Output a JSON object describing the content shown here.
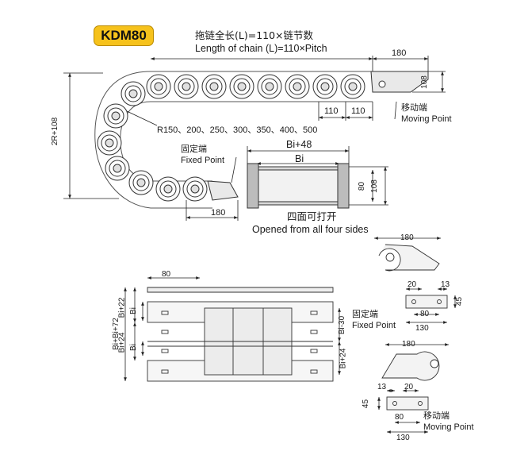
{
  "model": "KDM80",
  "header": {
    "formula_cn": "拖链全长(L)=110×链节数",
    "formula_en": "Length of chain (L)=110×Pitch"
  },
  "side_view": {
    "dim_top": "180",
    "dim_right": "108",
    "dim_pitch_a": "110",
    "dim_pitch_b": "110",
    "dim_left": "2R+108",
    "radius_options": "R150、200、250、300、350、400、500",
    "moving_end_cn": "移动端",
    "moving_end_en": "Moving Point",
    "fixed_end_cn": "固定端",
    "fixed_end_en": "Fixed Point",
    "dim_bottom": "180"
  },
  "cross_section": {
    "dim_outer": "Bi+48",
    "dim_inner": "Bi",
    "dim_h_inner": "80",
    "dim_h_outer": "108",
    "caption_cn": "四面可打开",
    "caption_en": "Opened from all four sides"
  },
  "top_view": {
    "dim_80": "80",
    "dim_bi72": "Bi+Bi+72",
    "dim_bi22": "Bi+22",
    "dim_bi24": "Bi+24",
    "dim_bi_a": "Bi",
    "dim_bi_b": "Bi",
    "dim_bi30": "Bi-30",
    "dim_bi24_right": "Bi+24"
  },
  "fixed_bracket": {
    "dim_180": "180",
    "dim_20": "20",
    "dim_13": "13",
    "dim_45": "45",
    "dim_80": "80",
    "dim_130": "130",
    "label_cn": "固定端",
    "label_en": "Fixed Point"
  },
  "moving_bracket": {
    "dim_180": "180",
    "dim_13": "13",
    "dim_20": "20",
    "dim_45": "45",
    "dim_80": "80",
    "dim_130": "130",
    "label_cn": "移动端",
    "label_en": "Moving Point"
  }
}
